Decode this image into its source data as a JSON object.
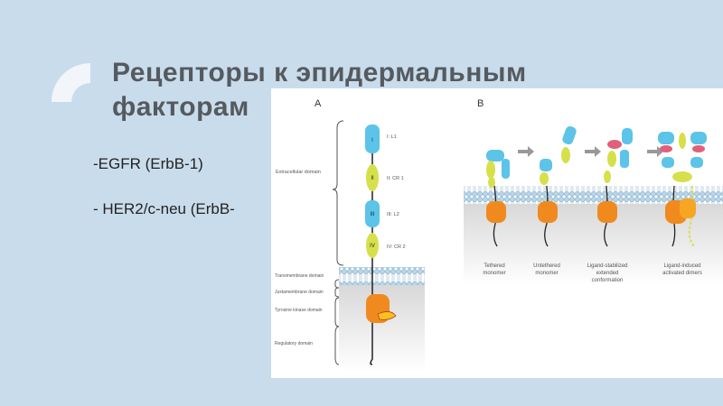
{
  "slide": {
    "title_line1": "Рецепторы к эпидермальным",
    "title_line2": "факторам",
    "bullets": [
      "-EGFR (ErbB-1)",
      "- HER2/c-neu (ErbB-"
    ]
  },
  "figure": {
    "panel_a_letter": "A",
    "panel_b_letter": "B",
    "domain_labels": {
      "extracellular": "Extracellular domain",
      "transmembrane": "Transmembrane domain",
      "juxtamembrane": "Juxtamembrane domain",
      "tyrosine_kinase": "Tyrosine kinase domain",
      "regulatory": "Regulatory domain"
    },
    "subdomains": [
      {
        "numeral": "I",
        "label": "I: L1"
      },
      {
        "numeral": "II",
        "label": "II: CR 1"
      },
      {
        "numeral": "III",
        "label": "III: L2"
      },
      {
        "numeral": "IV",
        "label": "IV: CR 2"
      }
    ],
    "states": [
      {
        "line1": "Tethered",
        "line2": "monomer",
        "line3": ""
      },
      {
        "line1": "Untethered",
        "line2": "monomer",
        "line3": ""
      },
      {
        "line1": "Ligand-stabilized",
        "line2": "extended",
        "line3": "conformation"
      },
      {
        "line1": "Ligand-induced",
        "line2": "activated dimers",
        "line3": ""
      }
    ]
  },
  "colors": {
    "background": "#c9dcec",
    "domain_blue": "#5bc4e8",
    "domain_yellow": "#d6e04a",
    "kinase_orange": "#f08a1e",
    "ligand_pink": "#e0607a",
    "membrane": "#b8d6ea"
  }
}
